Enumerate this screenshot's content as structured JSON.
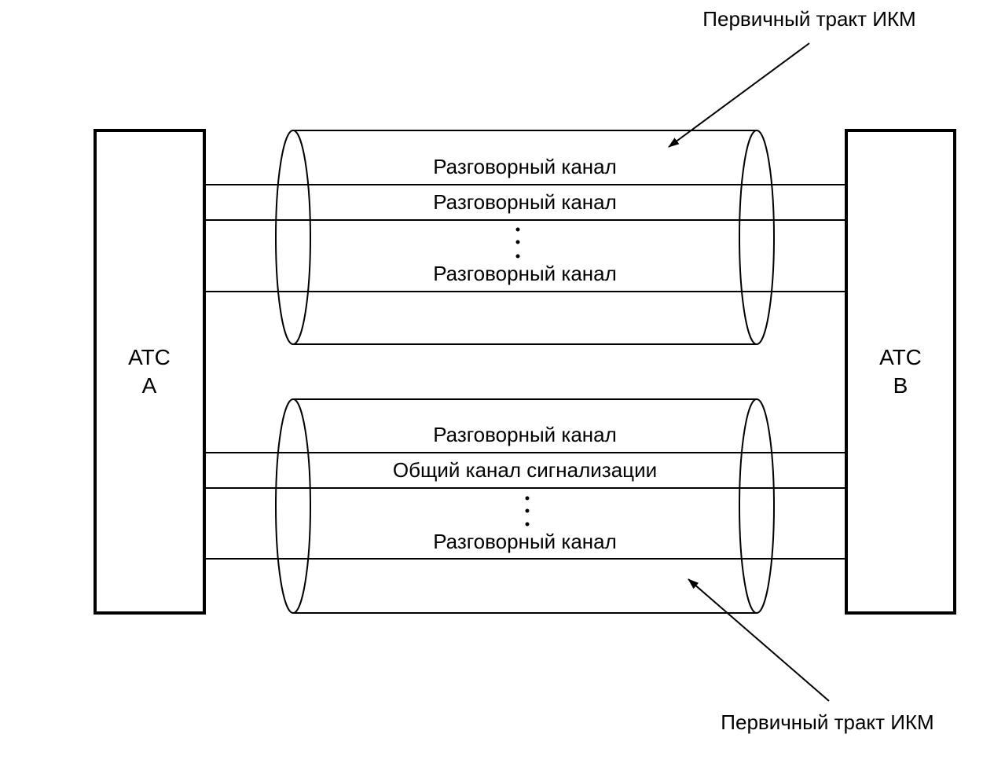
{
  "colors": {
    "ink": "#000000",
    "background": "#ffffff"
  },
  "nodes": {
    "left": {
      "line1": "АТС",
      "line2": "А"
    },
    "right": {
      "line1": "АТС",
      "line2": "В"
    }
  },
  "annotations": {
    "top": "Первичный тракт ИКМ",
    "bottom": "Первичный тракт ИКМ"
  },
  "trunks": [
    {
      "channels": [
        "Разговорный канал",
        "Разговорный канал",
        "Разговорный канал"
      ],
      "ellipsis_after_index": 1
    },
    {
      "channels": [
        "Разговорный канал",
        "Общий канал сигнализации",
        "Разговорный канал"
      ],
      "ellipsis_after_index": 1
    }
  ]
}
